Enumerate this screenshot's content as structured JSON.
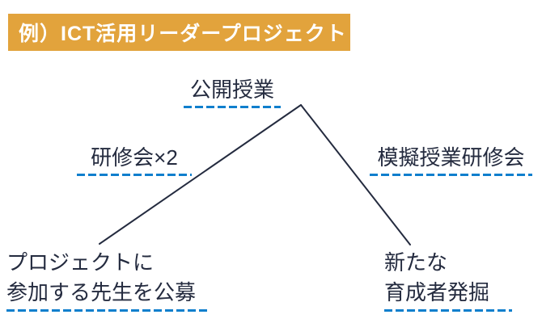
{
  "banner": {
    "label": "例）ICT活用リーダープロジェクト",
    "bg_color": "#E2A33C",
    "text_color": "#FFFFFF"
  },
  "diagram": {
    "nodes": [
      {
        "id": "public-lesson",
        "label": "公開授業"
      },
      {
        "id": "training-session",
        "label": "研修会×2"
      },
      {
        "id": "mock-lesson-training",
        "label": "模擬授業研修会"
      },
      {
        "id": "recruit-teachers",
        "lines": [
          "プロジェクトに",
          "参加する先生を公募"
        ]
      },
      {
        "id": "new-leader-discovery",
        "lines": [
          "新たな",
          "育成者発掘"
        ]
      }
    ],
    "underline_color": "#0F7FCD",
    "text_color": "#242B3F",
    "line_color": "#242B3F"
  }
}
